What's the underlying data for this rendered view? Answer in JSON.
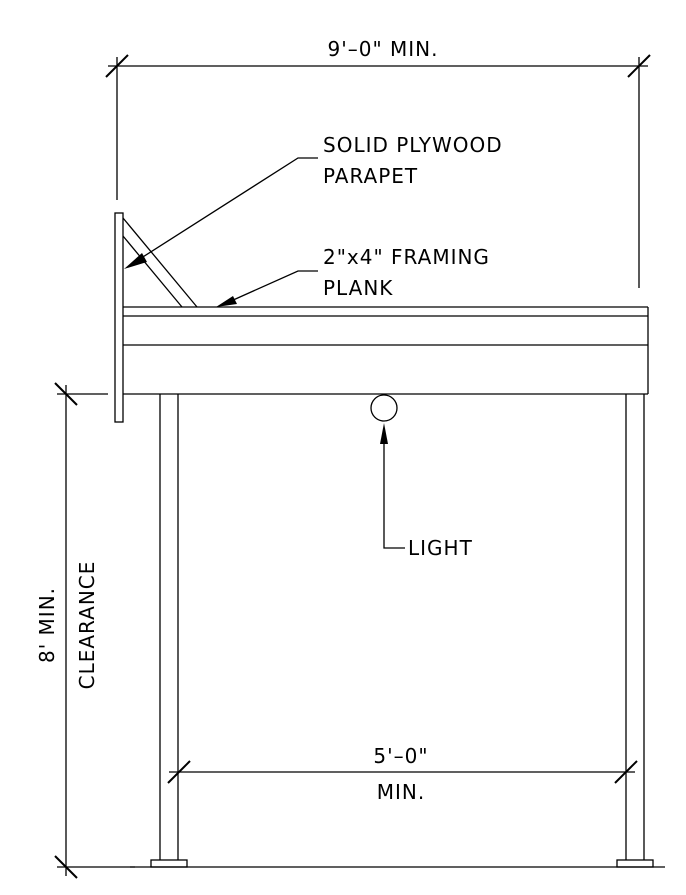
{
  "dimensions": {
    "overall_width": "9'–0\"  MIN.",
    "leg_spacing_value": "5'–0\"",
    "leg_spacing_suffix": "MIN.",
    "clearance_line1": "8' MIN.",
    "clearance_line2": "CLEARANCE"
  },
  "callouts": {
    "parapet_line1": "SOLID PLYWOOD",
    "parapet_line2": "PARAPET",
    "framing_line1": "2\"x4\" FRAMING",
    "framing_line2": "PLANK",
    "light": "LIGHT"
  },
  "colors": {
    "line": "#000000",
    "background": "#ffffff"
  }
}
